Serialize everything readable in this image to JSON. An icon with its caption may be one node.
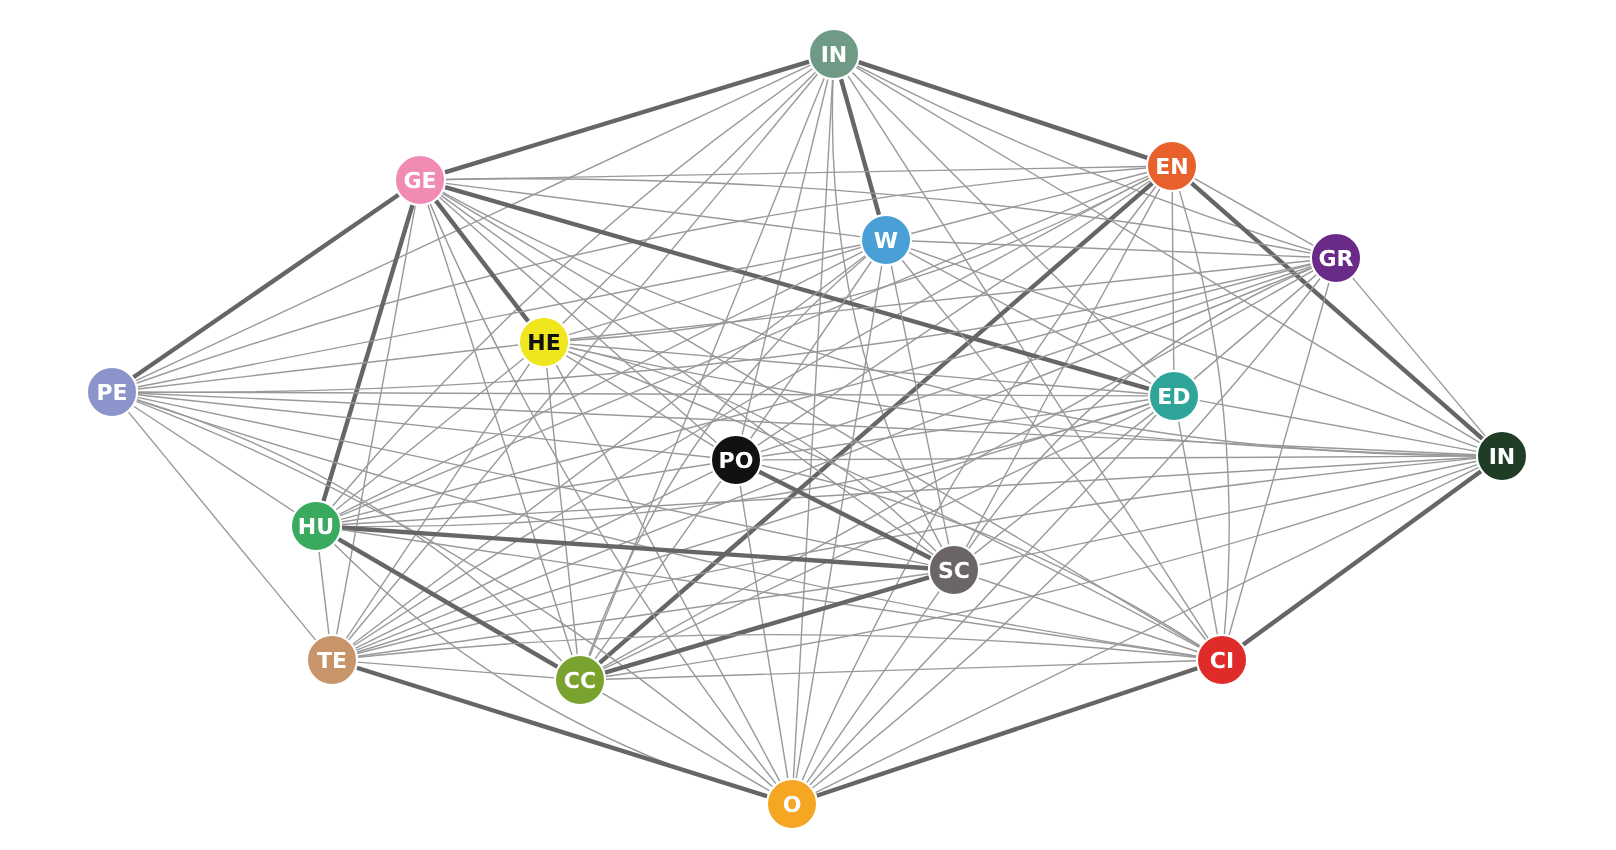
{
  "diagram": {
    "nodes": [
      {
        "text": [
          "IN"
        ]
      },
      {
        "text": [
          "EN"
        ]
      },
      {
        "text": [
          "GE"
        ]
      },
      {
        "text": [
          "W"
        ]
      },
      {
        "text": [
          "GR"
        ]
      },
      {
        "text": [
          "HE"
        ]
      },
      {
        "text": [
          "PE"
        ]
      },
      {
        "text": [
          "ED"
        ]
      },
      {
        "text": [
          "IN"
        ]
      },
      {
        "text": [
          "PO"
        ]
      },
      {
        "text": [
          "HU"
        ]
      },
      {
        "text": [
          "SC"
        ]
      },
      {
        "text": [
          "TE"
        ]
      },
      {
        "text": [
          "CC"
        ]
      },
      {
        "text": [
          "CI"
        ]
      },
      {
        "text": [
          "O"
        ]
      }
    ],
    "edges": [
      {
        "from": 0,
        "to": 1,
        "arrow": "none",
        "style": "thick"
      },
      {
        "from": 0,
        "to": 2,
        "arrow": "none",
        "style": "thick"
      },
      {
        "from": 0,
        "to": 3,
        "arrow": "none",
        "style": "thick"
      },
      {
        "from": 0,
        "to": 4,
        "arrow": "none"
      },
      {
        "from": 0,
        "to": 5,
        "arrow": "none"
      },
      {
        "from": 0,
        "to": 6,
        "arrow": "none"
      },
      {
        "from": 0,
        "to": 7,
        "arrow": "none"
      },
      {
        "from": 0,
        "to": 8,
        "arrow": "none"
      },
      {
        "from": 0,
        "to": 9,
        "arrow": "none"
      },
      {
        "from": 0,
        "to": 10,
        "arrow": "none"
      },
      {
        "from": 0,
        "to": 11,
        "arrow": "none"
      },
      {
        "from": 0,
        "to": 12,
        "arrow": "none"
      },
      {
        "from": 0,
        "to": 13,
        "arrow": "none"
      },
      {
        "from": 0,
        "to": 14,
        "arrow": "none"
      },
      {
        "from": 0,
        "to": 15,
        "arrow": "none"
      },
      {
        "from": 1,
        "to": 2,
        "arrow": "none"
      },
      {
        "from": 1,
        "to": 3,
        "arrow": "none"
      },
      {
        "from": 1,
        "to": 4,
        "arrow": "none"
      },
      {
        "from": 1,
        "to": 5,
        "arrow": "none"
      },
      {
        "from": 1,
        "to": 6,
        "arrow": "none"
      },
      {
        "from": 1,
        "to": 7,
        "arrow": "none"
      },
      {
        "from": 1,
        "to": 8,
        "arrow": "none",
        "style": "thick"
      },
      {
        "from": 1,
        "to": 9,
        "arrow": "none"
      },
      {
        "from": 1,
        "to": 10,
        "arrow": "none"
      },
      {
        "from": 1,
        "to": 11,
        "arrow": "none"
      },
      {
        "from": 1,
        "to": 12,
        "arrow": "none"
      },
      {
        "from": 1,
        "to": 13,
        "arrow": "none",
        "style": "thick"
      },
      {
        "from": 1,
        "to": 14,
        "arrow": "none"
      },
      {
        "from": 1,
        "to": 15,
        "arrow": "none"
      },
      {
        "from": 2,
        "to": 3,
        "arrow": "none"
      },
      {
        "from": 2,
        "to": 4,
        "arrow": "none"
      },
      {
        "from": 2,
        "to": 5,
        "arrow": "none",
        "style": "thick"
      },
      {
        "from": 2,
        "to": 6,
        "arrow": "none",
        "style": "thick"
      },
      {
        "from": 2,
        "to": 7,
        "arrow": "none",
        "style": "thick"
      },
      {
        "from": 2,
        "to": 8,
        "arrow": "none"
      },
      {
        "from": 2,
        "to": 9,
        "arrow": "none"
      },
      {
        "from": 2,
        "to": 10,
        "arrow": "none",
        "style": "thick"
      },
      {
        "from": 2,
        "to": 11,
        "arrow": "none"
      },
      {
        "from": 2,
        "to": 12,
        "arrow": "none"
      },
      {
        "from": 2,
        "to": 13,
        "arrow": "none"
      },
      {
        "from": 2,
        "to": 14,
        "arrow": "none"
      },
      {
        "from": 2,
        "to": 15,
        "arrow": "none"
      },
      {
        "from": 3,
        "to": 4,
        "arrow": "none"
      },
      {
        "from": 3,
        "to": 5,
        "arrow": "none"
      },
      {
        "from": 3,
        "to": 6,
        "arrow": "none"
      },
      {
        "from": 3,
        "to": 7,
        "arrow": "none"
      },
      {
        "from": 3,
        "to": 8,
        "arrow": "none"
      },
      {
        "from": 3,
        "to": 9,
        "arrow": "none"
      },
      {
        "from": 3,
        "to": 10,
        "arrow": "none"
      },
      {
        "from": 3,
        "to": 11,
        "arrow": "none"
      },
      {
        "from": 3,
        "to": 12,
        "arrow": "none"
      },
      {
        "from": 3,
        "to": 13,
        "arrow": "none"
      },
      {
        "from": 3,
        "to": 14,
        "arrow": "none"
      },
      {
        "from": 3,
        "to": 15,
        "arrow": "none"
      },
      {
        "from": 4,
        "to": 5,
        "arrow": "none"
      },
      {
        "from": 4,
        "to": 6,
        "arrow": "none"
      },
      {
        "from": 4,
        "to": 7,
        "arrow": "none"
      },
      {
        "from": 4,
        "to": 8,
        "arrow": "none"
      },
      {
        "from": 4,
        "to": 9,
        "arrow": "none"
      },
      {
        "from": 4,
        "to": 10,
        "arrow": "none"
      },
      {
        "from": 4,
        "to": 11,
        "arrow": "none"
      },
      {
        "from": 4,
        "to": 12,
        "arrow": "none"
      },
      {
        "from": 4,
        "to": 13,
        "arrow": "none"
      },
      {
        "from": 4,
        "to": 14,
        "arrow": "none"
      },
      {
        "from": 4,
        "to": 15,
        "arrow": "none"
      },
      {
        "from": 5,
        "to": 6,
        "arrow": "none"
      },
      {
        "from": 5,
        "to": 7,
        "arrow": "none"
      },
      {
        "from": 5,
        "to": 8,
        "arrow": "none"
      },
      {
        "from": 5,
        "to": 9,
        "arrow": "none"
      },
      {
        "from": 5,
        "to": 10,
        "arrow": "none"
      },
      {
        "from": 5,
        "to": 11,
        "arrow": "none"
      },
      {
        "from": 5,
        "to": 12,
        "arrow": "none"
      },
      {
        "from": 5,
        "to": 13,
        "arrow": "none"
      },
      {
        "from": 5,
        "to": 14,
        "arrow": "none"
      },
      {
        "from": 5,
        "to": 15,
        "arrow": "none"
      },
      {
        "from": 6,
        "to": 7,
        "arrow": "none"
      },
      {
        "from": 6,
        "to": 8,
        "arrow": "none"
      },
      {
        "from": 6,
        "to": 9,
        "arrow": "none"
      },
      {
        "from": 6,
        "to": 10,
        "arrow": "none"
      },
      {
        "from": 6,
        "to": 11,
        "arrow": "none"
      },
      {
        "from": 6,
        "to": 12,
        "arrow": "none"
      },
      {
        "from": 6,
        "to": 13,
        "arrow": "none"
      },
      {
        "from": 6,
        "to": 14,
        "arrow": "none"
      },
      {
        "from": 6,
        "to": 15,
        "arrow": "none"
      },
      {
        "from": 7,
        "to": 8,
        "arrow": "none"
      },
      {
        "from": 7,
        "to": 9,
        "arrow": "none"
      },
      {
        "from": 7,
        "to": 10,
        "arrow": "none"
      },
      {
        "from": 7,
        "to": 11,
        "arrow": "none"
      },
      {
        "from": 7,
        "to": 12,
        "arrow": "none"
      },
      {
        "from": 7,
        "to": 13,
        "arrow": "none"
      },
      {
        "from": 7,
        "to": 14,
        "arrow": "none"
      },
      {
        "from": 7,
        "to": 15,
        "arrow": "none"
      },
      {
        "from": 8,
        "to": 9,
        "arrow": "none"
      },
      {
        "from": 8,
        "to": 10,
        "arrow": "none"
      },
      {
        "from": 8,
        "to": 11,
        "arrow": "none"
      },
      {
        "from": 8,
        "to": 12,
        "arrow": "none"
      },
      {
        "from": 8,
        "to": 13,
        "arrow": "none"
      },
      {
        "from": 8,
        "to": 14,
        "arrow": "none",
        "style": "thick"
      },
      {
        "from": 8,
        "to": 15,
        "arrow": "none"
      },
      {
        "from": 9,
        "to": 10,
        "arrow": "none"
      },
      {
        "from": 9,
        "to": 11,
        "arrow": "none",
        "style": "thick"
      },
      {
        "from": 9,
        "to": 12,
        "arrow": "none"
      },
      {
        "from": 9,
        "to": 13,
        "arrow": "none"
      },
      {
        "from": 9,
        "to": 14,
        "arrow": "none"
      },
      {
        "from": 9,
        "to": 15,
        "arrow": "none"
      },
      {
        "from": 10,
        "to": 11,
        "arrow": "none",
        "style": "thick"
      },
      {
        "from": 10,
        "to": 12,
        "arrow": "none"
      },
      {
        "from": 10,
        "to": 13,
        "arrow": "none",
        "style": "thick"
      },
      {
        "from": 10,
        "to": 14,
        "arrow": "none"
      },
      {
        "from": 10,
        "to": 15,
        "arrow": "none"
      },
      {
        "from": 11,
        "to": 12,
        "arrow": "none"
      },
      {
        "from": 11,
        "to": 13,
        "arrow": "none",
        "style": "thick"
      },
      {
        "from": 11,
        "to": 14,
        "arrow": "none"
      },
      {
        "from": 11,
        "to": 15,
        "arrow": "none"
      },
      {
        "from": 12,
        "to": 13,
        "arrow": "none"
      },
      {
        "from": 12,
        "to": 14,
        "arrow": "none"
      },
      {
        "from": 12,
        "to": 15,
        "arrow": "none",
        "style": "thick"
      },
      {
        "from": 13,
        "to": 14,
        "arrow": "none"
      },
      {
        "from": 13,
        "to": 15,
        "arrow": "none"
      },
      {
        "from": 14,
        "to": 15,
        "arrow": "none",
        "style": "thick"
      }
    ]
  }
}
